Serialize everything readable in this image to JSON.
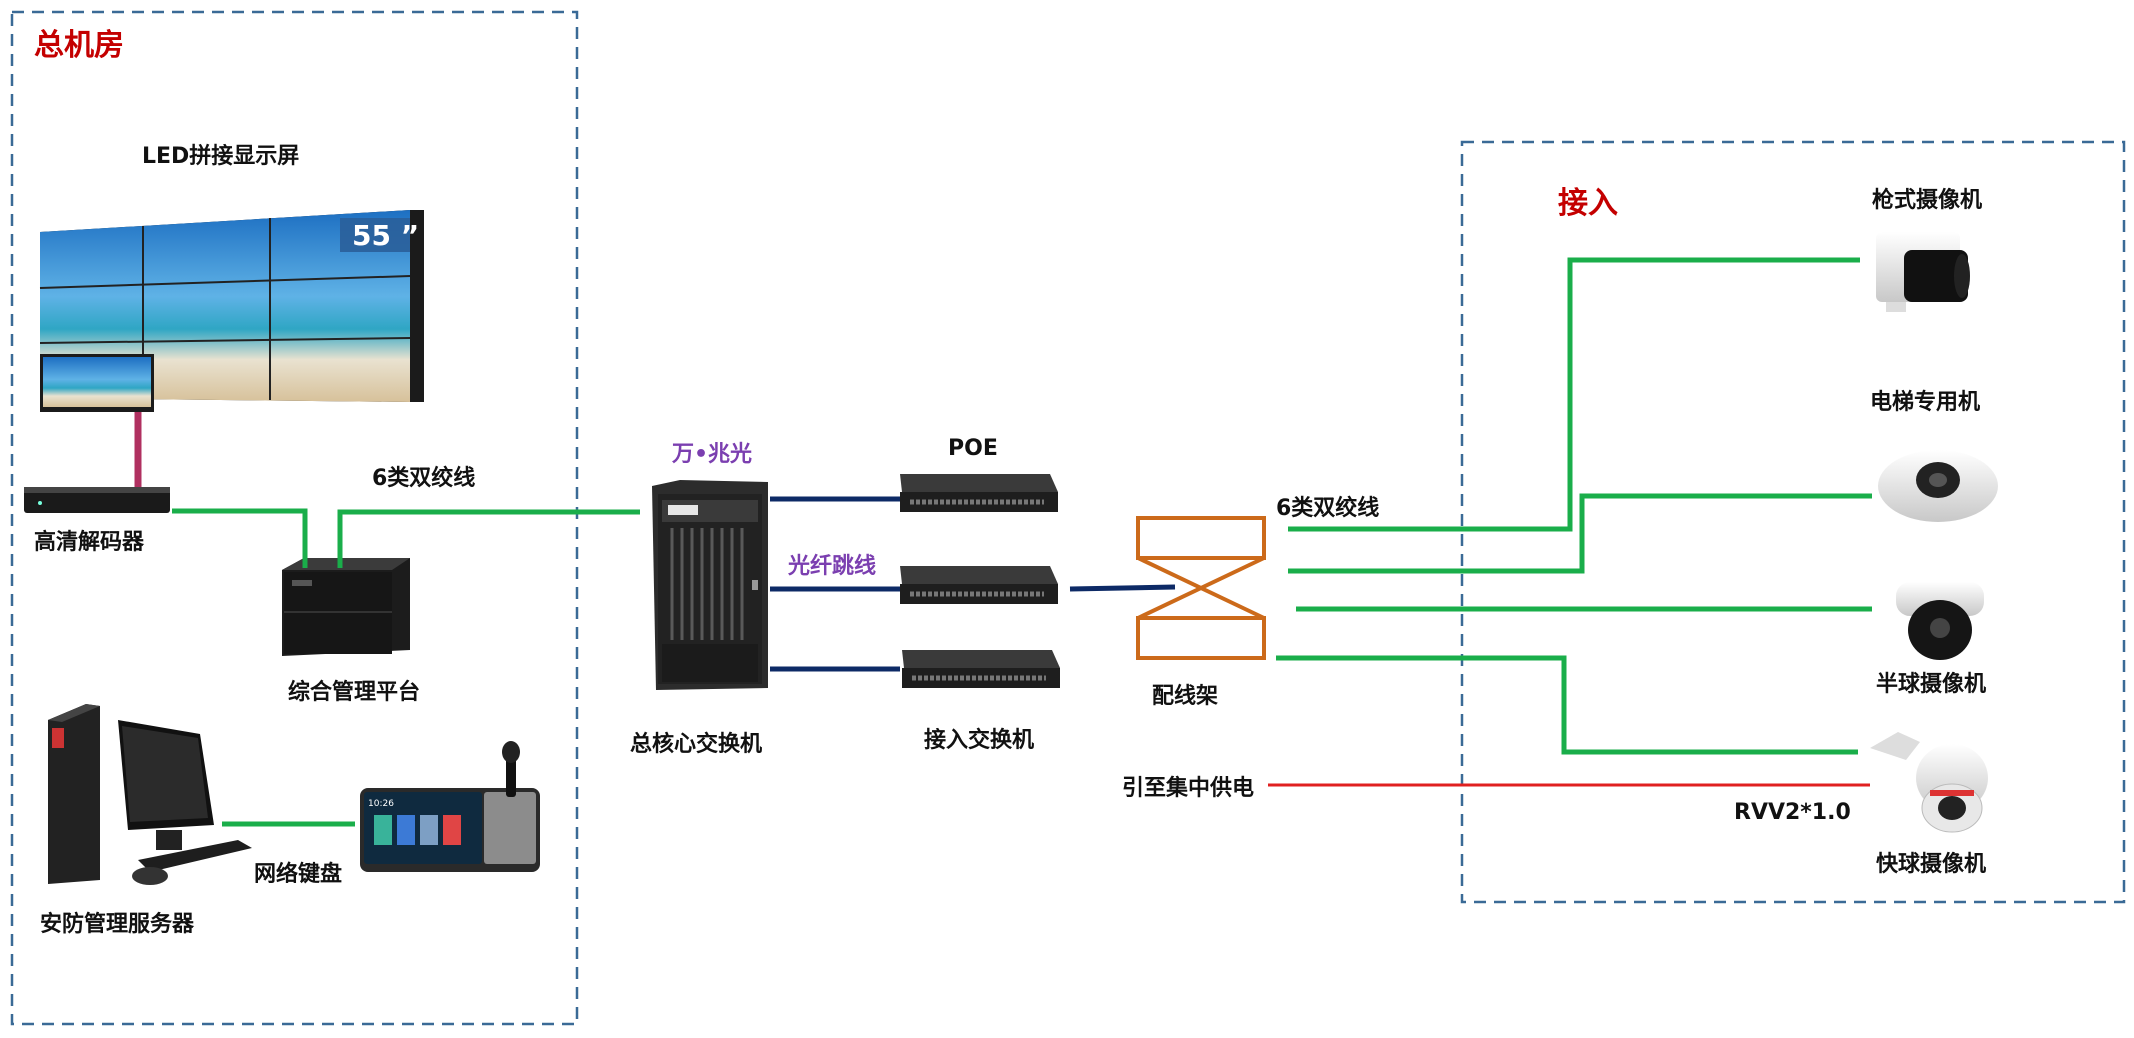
{
  "rooms": {
    "main_room_title": "总机房",
    "access_title": "接入"
  },
  "labels": {
    "led_wall": "LED拼接显示屏",
    "led_size": "55 ”",
    "hd_decoder": "高清解码器",
    "cable_cat6_left": "6类双绞线",
    "mgmt_platform": "综合管理平台",
    "security_server": "安防管理服务器",
    "network_keyboard": "网络键盘",
    "fiber_speed": "万•兆光",
    "core_switch": "总核心交换机",
    "poe": "POE",
    "fiber_patch": "光纤跳线",
    "access_switch": "接入交换机",
    "patch_panel": "配线架",
    "cable_cat6_right": "6类双绞线",
    "power_feed": "引至集中供电",
    "rvv_cable": "RVV2*1.0",
    "bullet_camera": "枪式摄像机",
    "elevator_camera": "电梯专用机",
    "dome_camera": "半球摄像机",
    "speed_dome_camera": "快球摄像机",
    "keyboard_screen_time": "10:26"
  },
  "colors": {
    "cat6_line": "#1aae4a",
    "fiber_line": "#0d2a66",
    "power_line": "#e02020",
    "room_border": "#3a6a96",
    "patch_panel": "#cc6a1a",
    "title_red": "#c40000",
    "fiber_purple": "#7b3fb0",
    "hdmi_line": "#b03060"
  }
}
